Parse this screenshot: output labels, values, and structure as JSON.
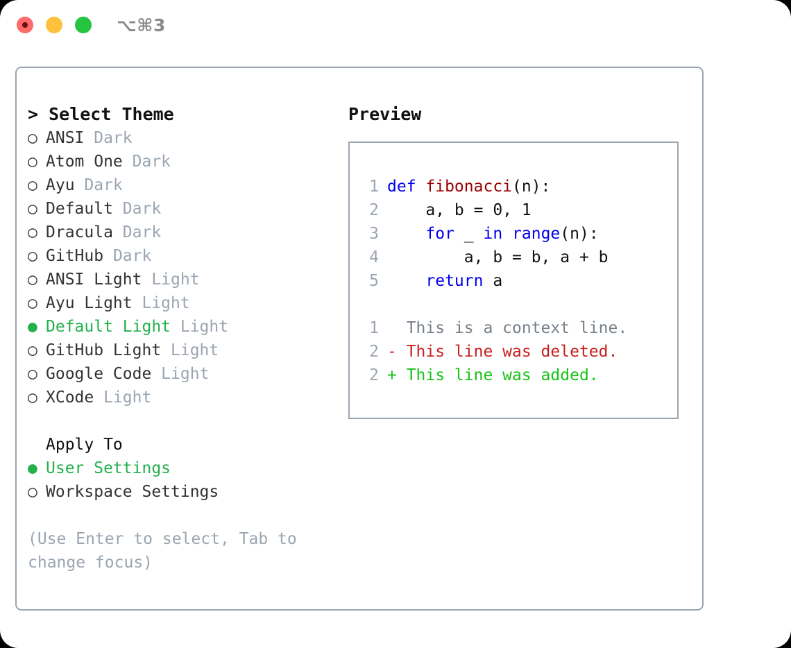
{
  "titlebar": {
    "shortcut": "⌥⌘3",
    "lights": [
      {
        "name": "close",
        "color": "#ff6b6b"
      },
      {
        "name": "minimize",
        "color": "#ffc13b"
      },
      {
        "name": "maximize",
        "color": "#26c441"
      }
    ]
  },
  "theme_picker": {
    "header": "> Select Theme",
    "items": [
      {
        "bullet": "○",
        "label": "ANSI",
        "tag": "Dark",
        "selected": false
      },
      {
        "bullet": "○",
        "label": "Atom One",
        "tag": "Dark",
        "selected": false
      },
      {
        "bullet": "○",
        "label": "Ayu",
        "tag": "Dark",
        "selected": false
      },
      {
        "bullet": "○",
        "label": "Default",
        "tag": "Dark",
        "selected": false
      },
      {
        "bullet": "○",
        "label": "Dracula",
        "tag": "Dark",
        "selected": false
      },
      {
        "bullet": "○",
        "label": "GitHub",
        "tag": "Dark",
        "selected": false
      },
      {
        "bullet": "○",
        "label": "ANSI Light",
        "tag": "Light",
        "selected": false
      },
      {
        "bullet": "○",
        "label": "Ayu Light",
        "tag": "Light",
        "selected": false
      },
      {
        "bullet": "●",
        "label": "Default Light",
        "tag": "Light",
        "selected": true
      },
      {
        "bullet": "○",
        "label": "GitHub Light",
        "tag": "Light",
        "selected": false
      },
      {
        "bullet": "○",
        "label": "Google Code",
        "tag": "Light",
        "selected": false
      },
      {
        "bullet": "○",
        "label": "XCode",
        "tag": "Light",
        "selected": false
      }
    ]
  },
  "apply_to": {
    "header": "Apply To",
    "items": [
      {
        "bullet": "●",
        "label": "User Settings",
        "selected": true
      },
      {
        "bullet": "○",
        "label": "Workspace Settings",
        "selected": false
      }
    ]
  },
  "hint": "(Use Enter to select, Tab to change focus)",
  "preview": {
    "title": "Preview",
    "code_lines": [
      {
        "number": "1",
        "tokens": [
          {
            "text": "def ",
            "kind": "kw"
          },
          {
            "text": "fibonacci",
            "kind": "fn"
          },
          {
            "text": "(n):",
            "kind": "pl"
          }
        ]
      },
      {
        "number": "2",
        "tokens": [
          {
            "text": "    a, b = 0, 1",
            "kind": "pl"
          }
        ]
      },
      {
        "number": "3",
        "tokens": [
          {
            "text": "    ",
            "kind": "pl"
          },
          {
            "text": "for",
            "kind": "kw"
          },
          {
            "text": " _ ",
            "kind": "pl"
          },
          {
            "text": "in",
            "kind": "kw"
          },
          {
            "text": " ",
            "kind": "pl"
          },
          {
            "text": "range",
            "kind": "kw"
          },
          {
            "text": "(n):",
            "kind": "pl"
          }
        ]
      },
      {
        "number": "4",
        "tokens": [
          {
            "text": "        a, b = b, a + b",
            "kind": "pl"
          }
        ]
      },
      {
        "number": "5",
        "tokens": [
          {
            "text": "    ",
            "kind": "pl"
          },
          {
            "text": "return",
            "kind": "kw"
          },
          {
            "text": " a",
            "kind": "pl"
          }
        ]
      }
    ],
    "diff_lines": [
      {
        "number": "1",
        "marker": "  ",
        "text": "This is a context line.",
        "kind": "ctx"
      },
      {
        "number": "2",
        "marker": "- ",
        "text": "This line was deleted.",
        "kind": "del"
      },
      {
        "number": "2",
        "marker": "+ ",
        "text": "This line was added.",
        "kind": "add"
      }
    ]
  },
  "colors": {
    "accent_green": "#22b14c",
    "muted_gray": "#9aa5b1",
    "keyword_blue": "#0000ee",
    "function_red": "#9b0000",
    "diff_delete": "#c62020",
    "diff_add": "#15c415",
    "border": "#9aa5b1"
  }
}
